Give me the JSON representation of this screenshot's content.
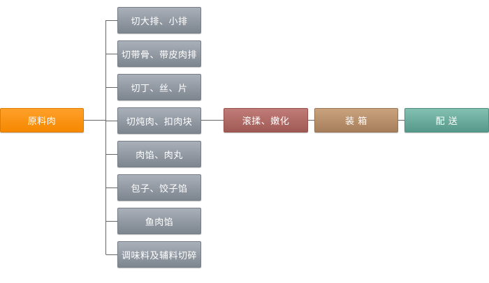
{
  "diagram": {
    "source": "原料肉",
    "cuts": [
      "切大排、小排",
      "切带骨、带皮肉排",
      "切丁、丝、片",
      "切炖肉、扣肉块",
      "肉馅、肉丸",
      "包子、饺子馅",
      "鱼肉馅",
      "调味料及辅料切碎"
    ],
    "steps": [
      "滚揉、嫩化",
      "装 箱",
      "配 送"
    ],
    "colors": {
      "source": "#f58800",
      "cut": "#8a929c",
      "tumble": "#a85f5b",
      "pack": "#ad8562",
      "deliver": "#5ea394",
      "line": "#666666"
    }
  }
}
